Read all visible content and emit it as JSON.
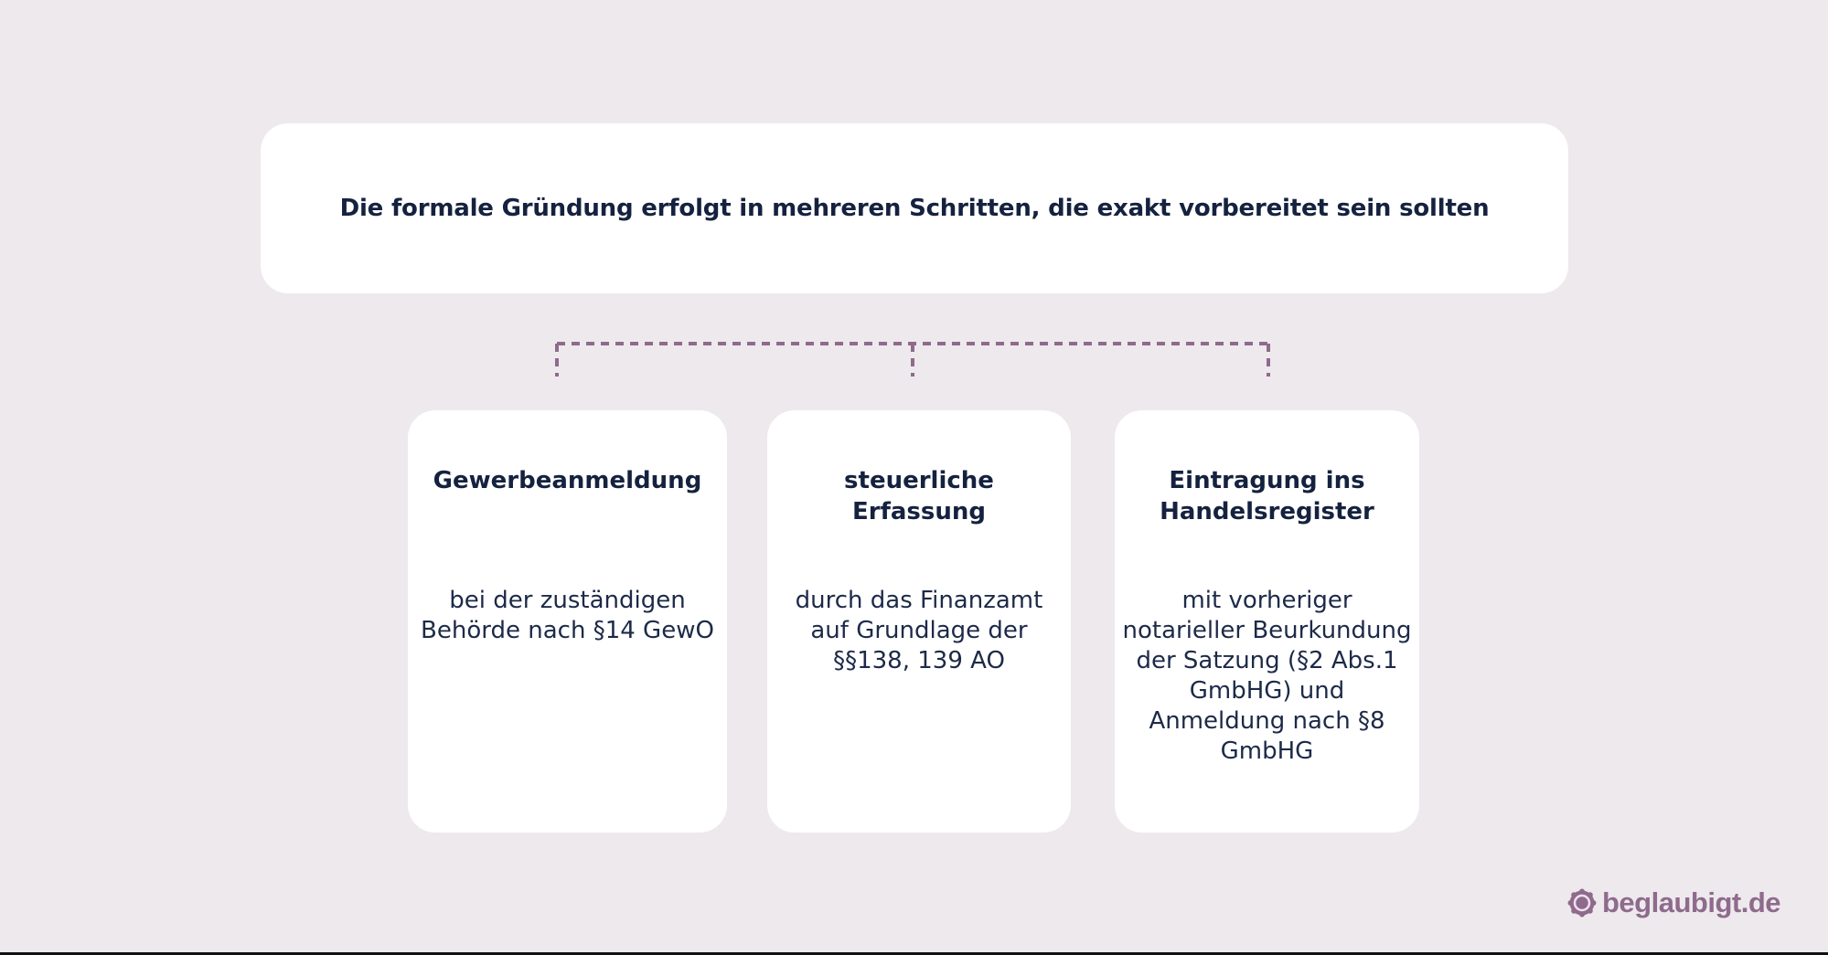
{
  "header": {
    "title": "Die formale Gründung erfolgt in mehreren Schritten, die exakt vorbereitet sein sollten"
  },
  "steps": [
    {
      "title": "Gewerbeanmeldung",
      "description": "bei der zuständigen Behörde nach §14 GewO"
    },
    {
      "title": "steuerliche Erfassung",
      "description": "durch das Finanzamt auf Grundlage der §§138, 139 AO"
    },
    {
      "title": "Eintragung ins Handelsregister",
      "description": "mit vorheriger notarieller Beurkundung der Satzung (§2 Abs.1 GmbHG) und Anmeldung nach §8 GmbHG"
    }
  ],
  "brand": {
    "name": "beglaubigt.de",
    "icon": "seal-icon"
  },
  "colors": {
    "background": "#eee9ed",
    "card": "#ffffff",
    "text": "#15223f",
    "accent": "#8e6b8c"
  }
}
